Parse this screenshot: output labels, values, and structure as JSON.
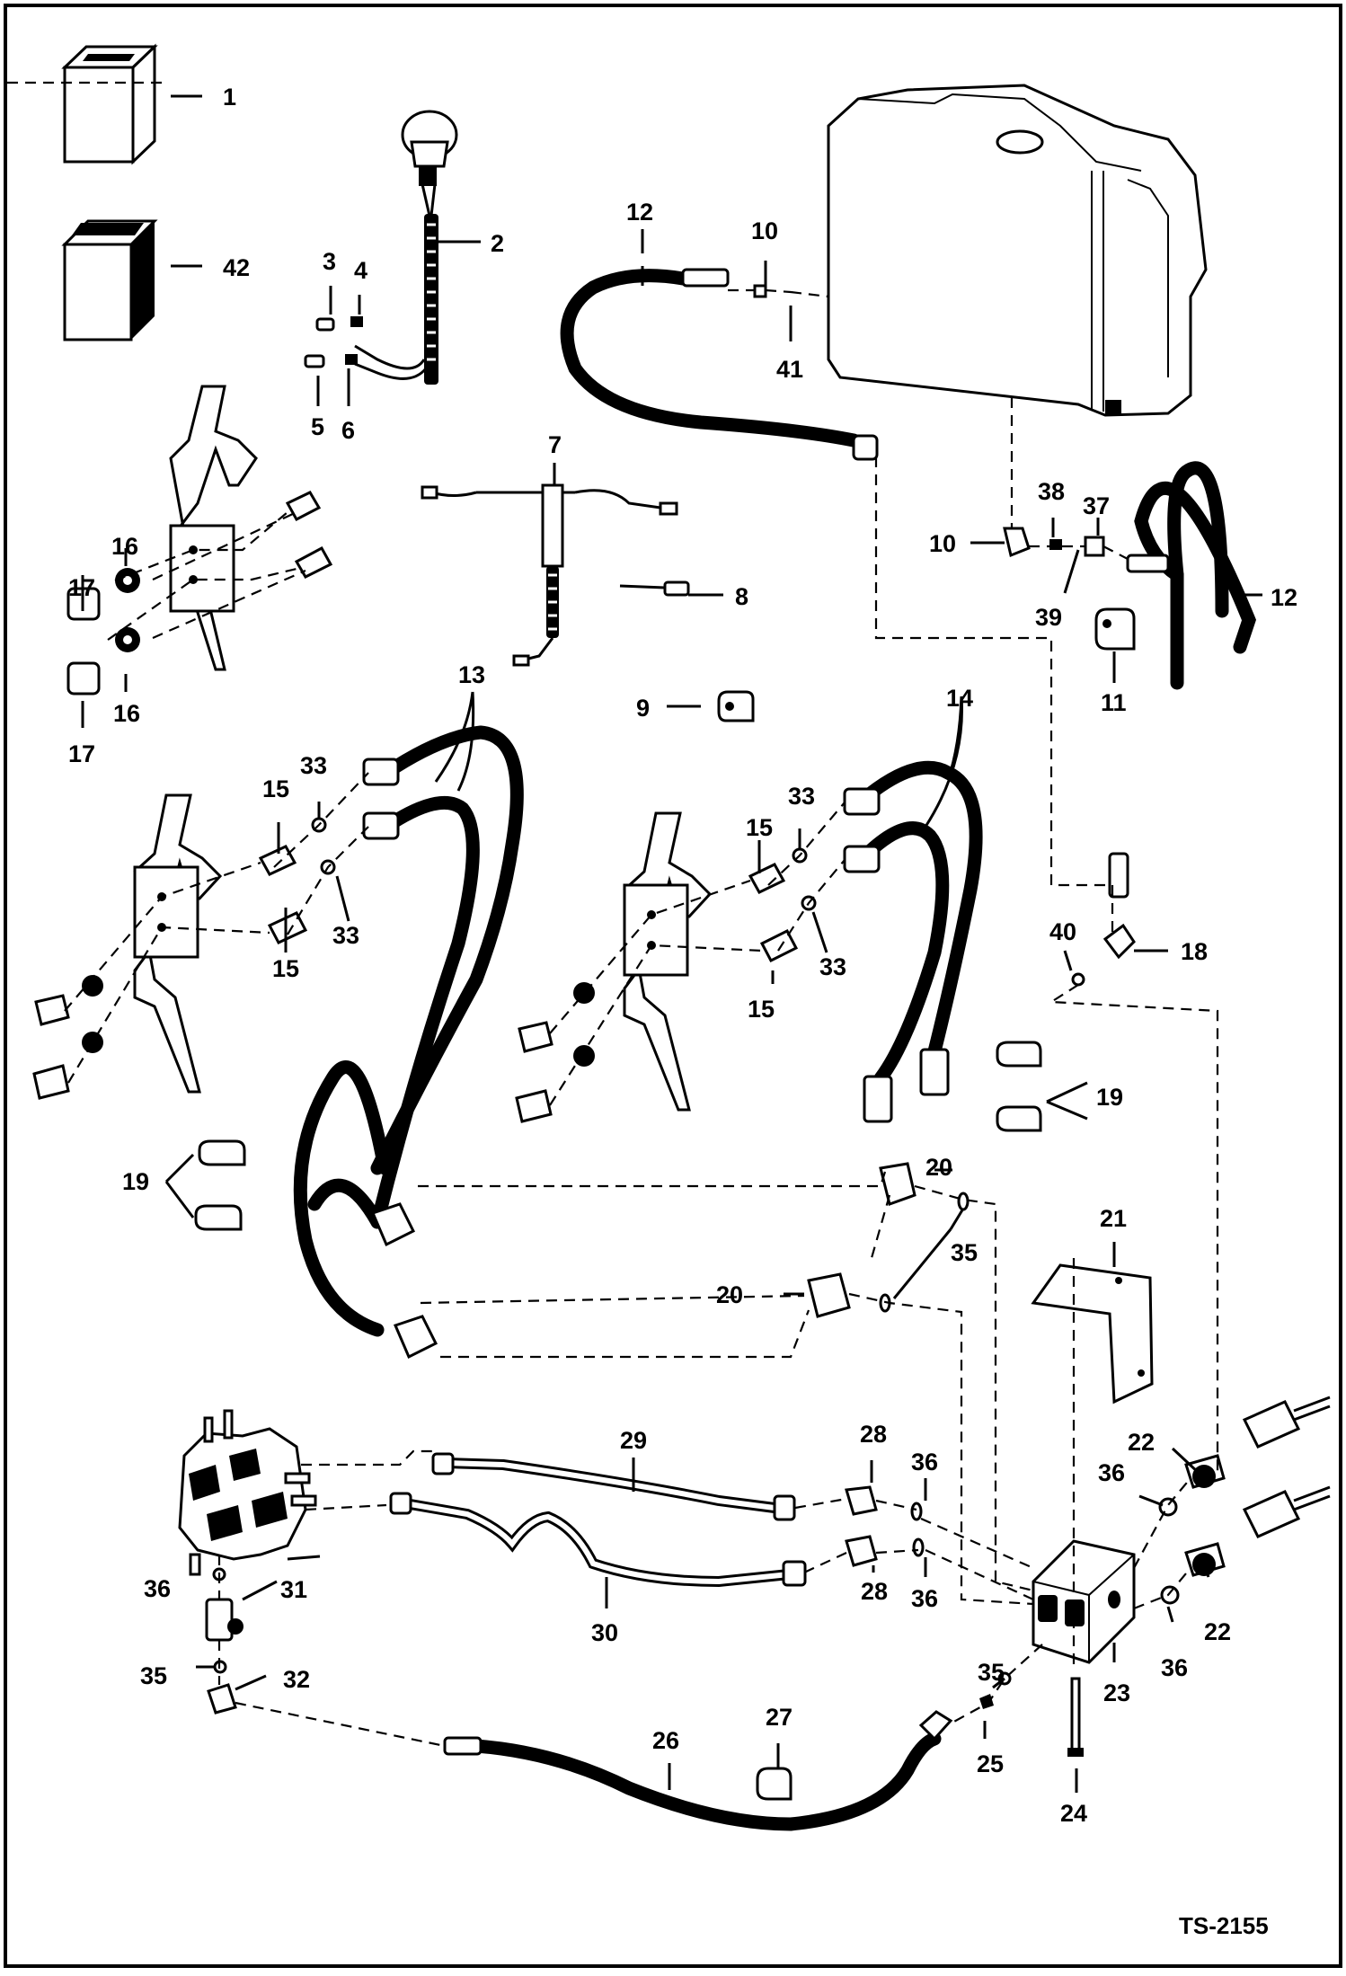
{
  "drawing_id": "TS-2155",
  "callouts": [
    "1",
    "2",
    "3",
    "4",
    "5",
    "6",
    "7",
    "8",
    "9",
    "10",
    "11",
    "12",
    "13",
    "14",
    "15",
    "16",
    "17",
    "18",
    "19",
    "20",
    "21",
    "22",
    "23",
    "24",
    "25",
    "26",
    "27",
    "28",
    "29",
    "30",
    "31",
    "32",
    "33",
    "35",
    "36",
    "37",
    "38",
    "39",
    "40",
    "41",
    "42"
  ]
}
